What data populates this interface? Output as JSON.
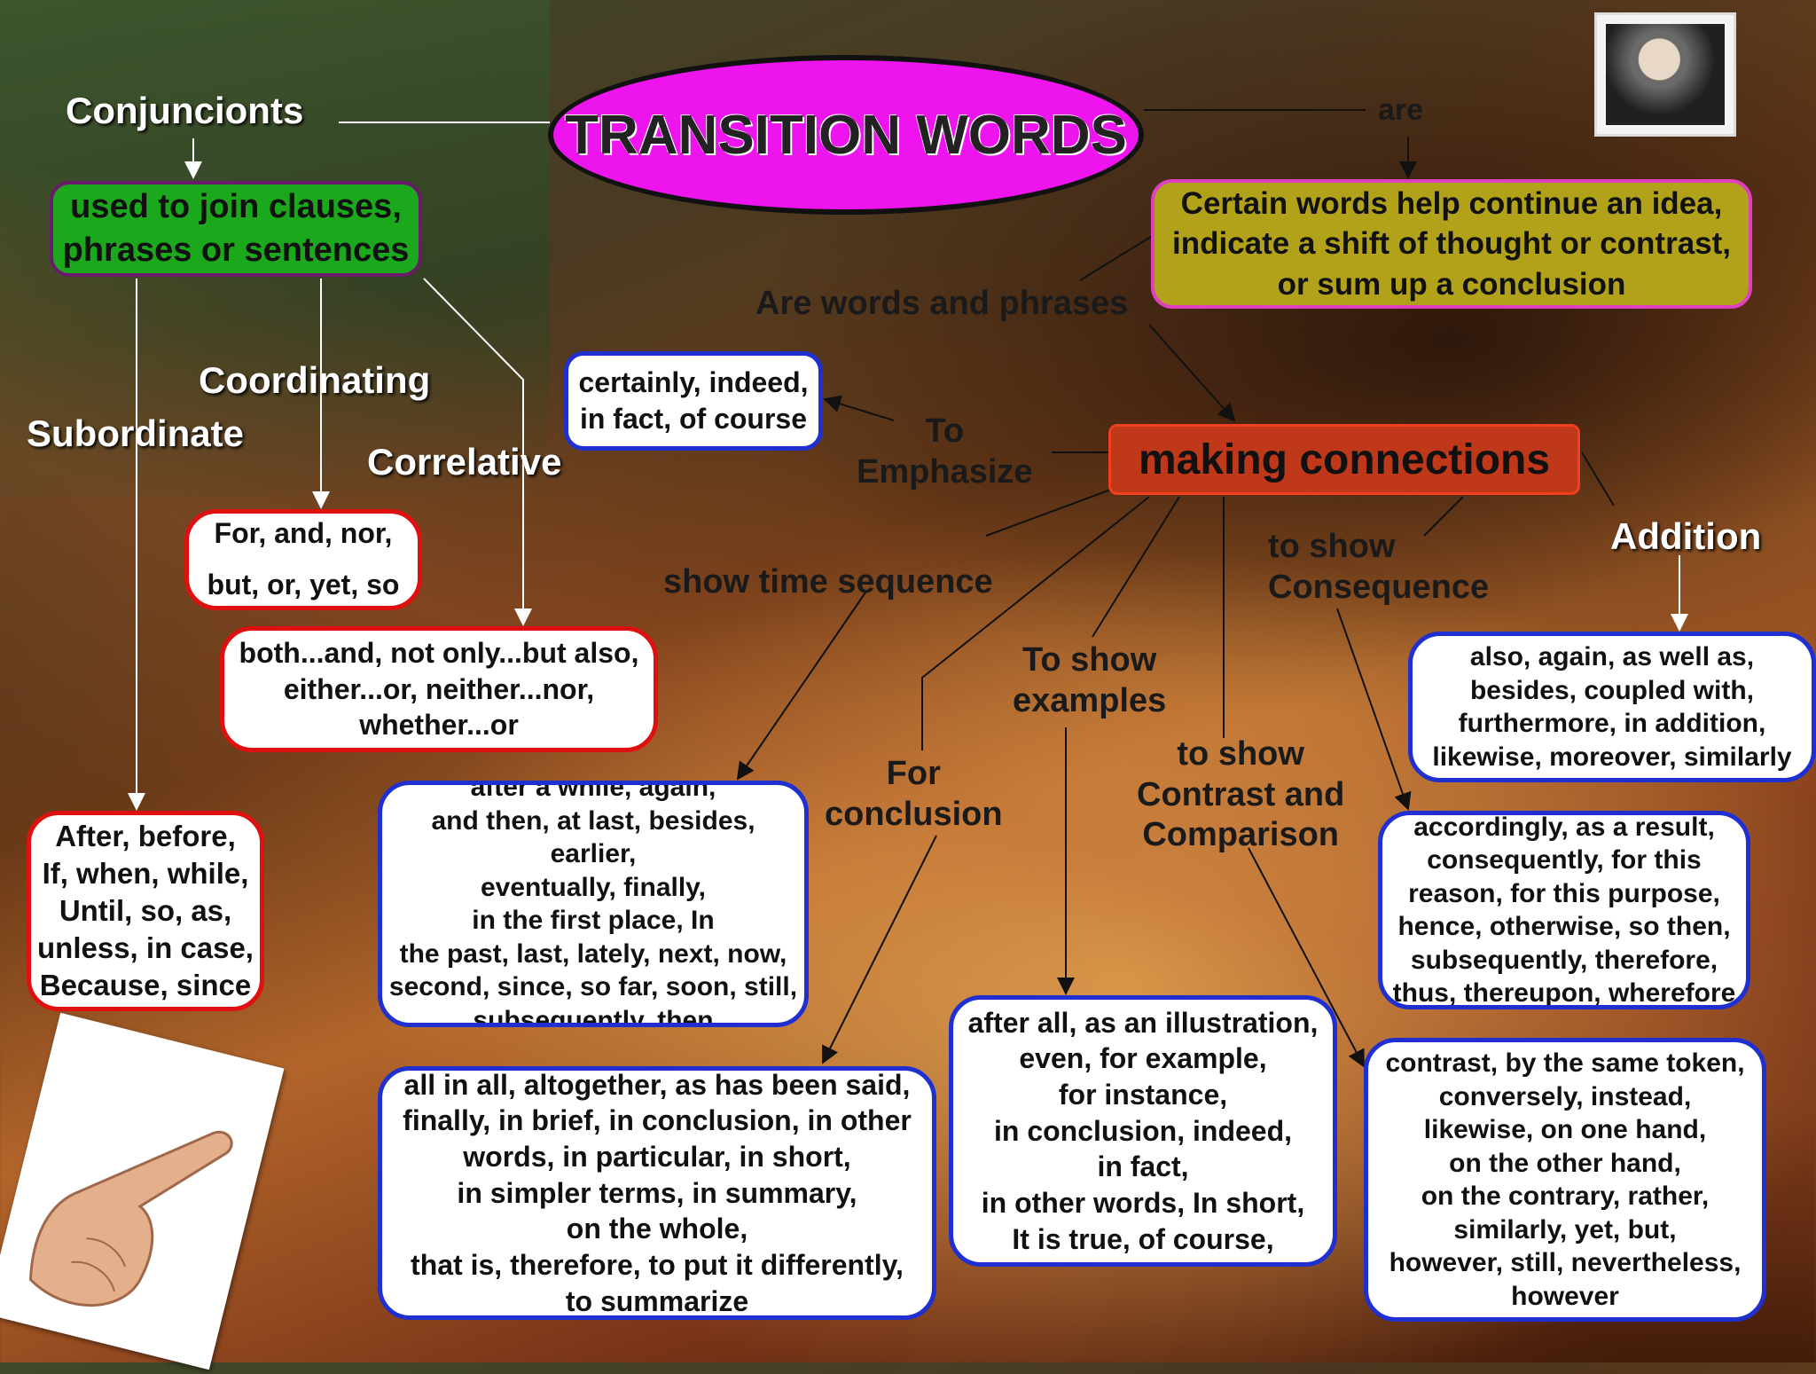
{
  "title": "TRANSITION WORDS",
  "conjunctions": {
    "label": "Conjuncionts",
    "definition": "used to join clauses,\nphrases or sentences",
    "subordinate": {
      "label": "Subordinate",
      "examples": "After, before,\nIf, when, while,\nUntil, so, as,\nunless, in case,\nBecause, since"
    },
    "coordinating": {
      "label": "Coordinating",
      "examples": "For, and, nor,\nbut, or, yet, so"
    },
    "correlative": {
      "label": "Correlative",
      "examples": "both...and, not only...but also,\neither...or, neither...nor,\nwhether...or"
    }
  },
  "are_label": "are",
  "definition": "Certain words help continue an idea,\nindicate a shift of thought or contrast,\nor sum up a conclusion",
  "words_phrases_label": "Are words and phrases",
  "making_connections": "making connections",
  "categories": {
    "emphasize": {
      "label": "To\nEmphasize",
      "examples": "certainly, indeed,\nin fact, of course"
    },
    "time_sequence": {
      "label": "show time sequence",
      "examples": "after a while, again,\nand then, at last, besides, earlier,\neventually, finally,\nin the first place, In\nthe past, last, lately, next, now,\nsecond, since, so far, soon, still,\nsubsequently, then"
    },
    "conclusion": {
      "label": "For\nconclusion",
      "examples": "all in all, altogether, as has been said,\nfinally, in brief, in conclusion, in other\nwords, in particular, in short,\nin simpler terms, in summary,\non the whole,\nthat is, therefore, to put it differently,\nto summarize"
    },
    "examples": {
      "label": "To show\nexamples",
      "examples": "after all, as an illustration,\neven, for example,\nfor instance,\nin conclusion, indeed,\nin fact,\nin other words, In short,\nIt is true, of course,"
    },
    "contrast": {
      "label": "to show\nContrast and\nComparison",
      "examples": "contrast, by the same token,\nconversely, instead,\nlikewise, on one hand,\non the other hand,\non the contrary, rather,\nsimilarly, yet, but,\nhowever, still, nevertheless,\nhowever"
    },
    "consequence": {
      "label": "to show\nConsequence",
      "examples": "accordingly, as a result,\nconsequently, for this\nreason, for this purpose,\nhence, otherwise, so then,\nsubsequently, therefore,\nthus, thereupon, wherefore"
    },
    "addition": {
      "label": "Addition",
      "examples": "also, again, as well as,\nbesides, coupled with,\nfurthermore, in addition,\nlikewise, moreover, similarly"
    }
  }
}
